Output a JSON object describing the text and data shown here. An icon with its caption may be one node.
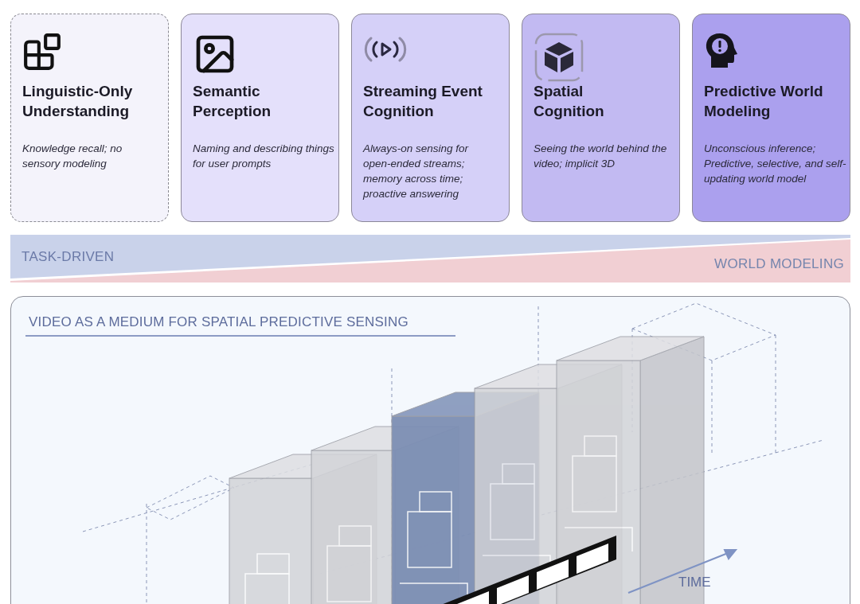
{
  "diagram": {
    "nodes": [
      {
        "text": [
          "Linguistic-Only Understanding",
          "Knowledge recall; no sensory modeling"
        ]
      },
      {
        "text": [
          "Semantic Perception",
          "Naming and describing things for user prompts"
        ]
      },
      {
        "text": [
          "Streaming Event Cognition",
          "Always-on sensing for open-ended streams; memory across time; proactive answering"
        ]
      },
      {
        "text": [
          "Spatial Cognition",
          "Seeing the world behind the video; implicit 3D"
        ]
      },
      {
        "text": [
          "Predictive World Modeling",
          "Unconscious inference; Predictive, selective, and self-updating world model"
        ]
      },
      {
        "text": [
          "VIDEO AS A MEDIUM FOR SPATIAL PREDICTIVE SENSING"
        ]
      }
    ],
    "edges": [],
    "labels": [
      "TASK-DRIVEN",
      "WORLD MODELING",
      "TIME"
    ]
  }
}
